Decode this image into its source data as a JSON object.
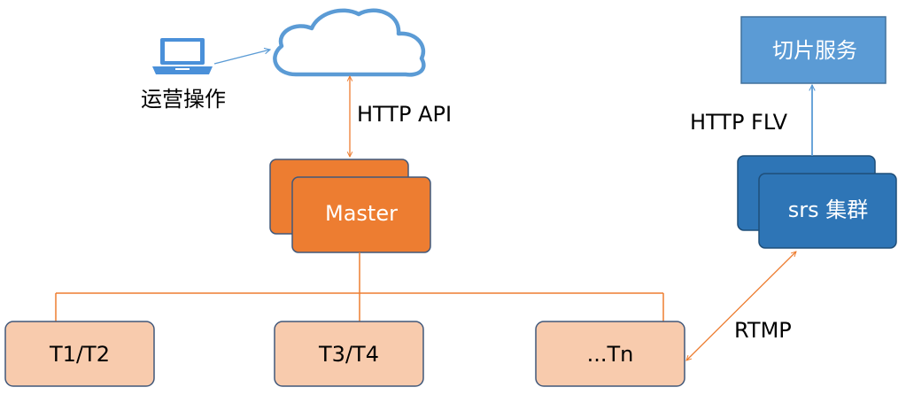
{
  "colors": {
    "cloud_stroke": "#5b9bd5",
    "laptop": "#4a90d9",
    "master_fill": "#ed7d31",
    "master_stroke": "#41587a",
    "worker_fill": "#f8cbad",
    "worker_stroke": "#41587a",
    "srs_fill": "#2e75b6",
    "srs_stroke": "#1f4e79",
    "slice_fill": "#5b9bd5",
    "slice_stroke": "#41719c",
    "orange_line": "#ed7d31",
    "blue_line": "#5b9bd5",
    "text_dark": "#000000",
    "text_light": "#ffffff"
  },
  "operator": {
    "icon": "laptop-icon",
    "label": "运营操作"
  },
  "cloud": {
    "icon": "cloud-icon"
  },
  "edges": {
    "http_api": "HTTP API",
    "http_flv": "HTTP FLV",
    "rtmp": "RTMP"
  },
  "nodes": {
    "master": "Master",
    "workers": [
      "T1/T2",
      "T3/T4",
      "...Tn"
    ],
    "srs": "srs 集群",
    "slice_service": "切片服务"
  }
}
